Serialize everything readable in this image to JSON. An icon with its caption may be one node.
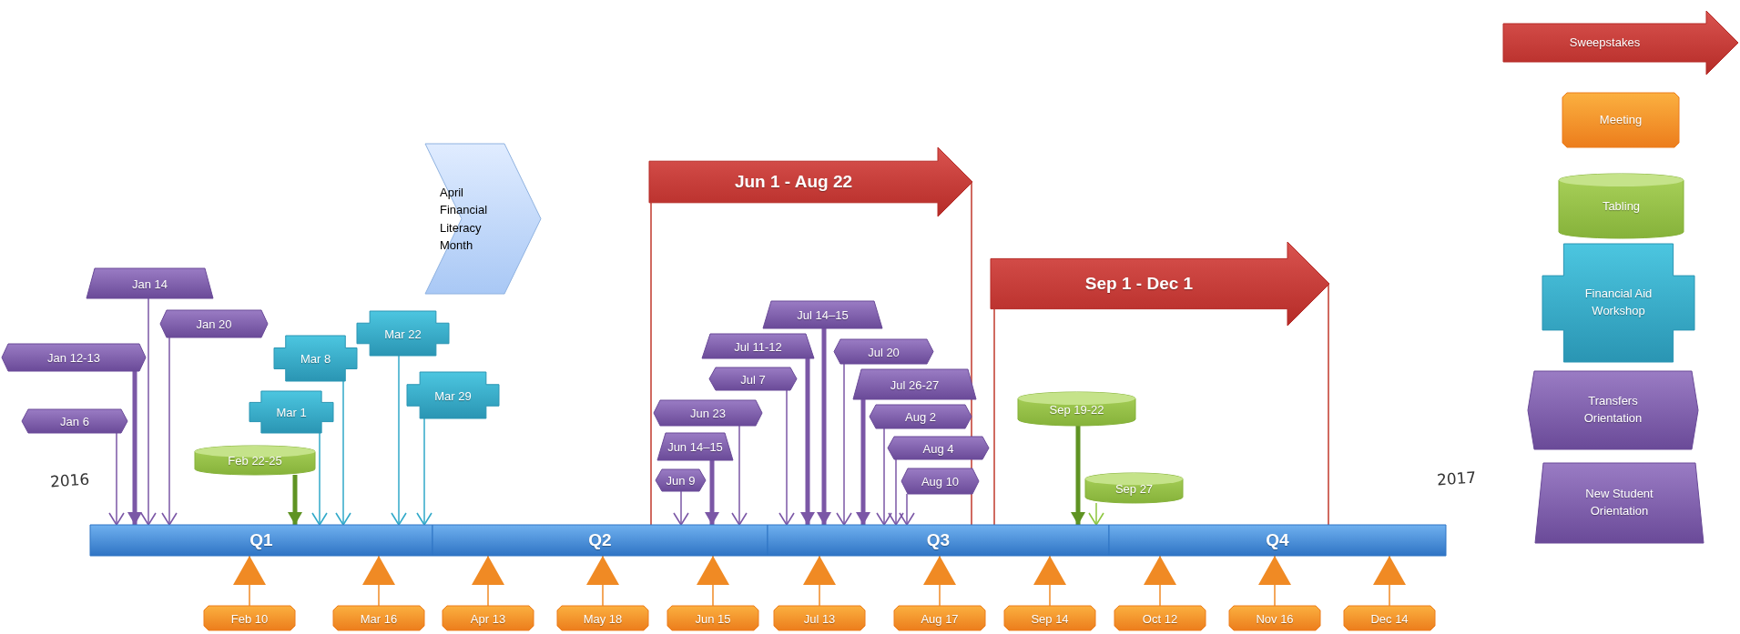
{
  "diagram": {
    "nodes": [
      {
        "text": [
          "April Financial Literacy Month"
        ]
      },
      {
        "text": [
          "Jun 1 - Aug 22"
        ]
      },
      {
        "text": [
          "Sep 1 - Dec 1"
        ]
      },
      {
        "text": [
          "Jan 14"
        ]
      },
      {
        "text": [
          "Jan 20"
        ]
      },
      {
        "text": [
          "Jan 12-13"
        ]
      },
      {
        "text": [
          "Mar 22"
        ]
      },
      {
        "text": [
          "Mar 8"
        ]
      },
      {
        "text": [
          "Mar 29"
        ]
      },
      {
        "text": [
          "Mar 1"
        ]
      },
      {
        "text": [
          "Jan 6"
        ]
      },
      {
        "text": [
          "Feb 22-25"
        ]
      },
      {
        "text": [
          "Jul 14–15"
        ]
      },
      {
        "text": [
          "Jul 11-12"
        ]
      },
      {
        "text": [
          "Jul 20"
        ]
      },
      {
        "text": [
          "Jul 7"
        ]
      },
      {
        "text": [
          "Jul 26-27"
        ]
      },
      {
        "text": [
          "Jun 23"
        ]
      },
      {
        "text": [
          "Aug 2"
        ]
      },
      {
        "text": [
          "Sep 19-22"
        ]
      },
      {
        "text": [
          "Jun 14–15"
        ]
      },
      {
        "text": [
          "Aug 4"
        ]
      },
      {
        "text": [
          "Jun 9"
        ]
      },
      {
        "text": [
          "Aug 10"
        ]
      },
      {
        "text": [
          "Sep 27"
        ]
      },
      {
        "text": [
          "Q1"
        ]
      },
      {
        "text": [
          "Q2"
        ]
      },
      {
        "text": [
          "Q3"
        ]
      },
      {
        "text": [
          "Q4"
        ]
      },
      {
        "text": [
          "Feb 10"
        ]
      },
      {
        "text": [
          "Mar 16"
        ]
      },
      {
        "text": [
          "Apr 13"
        ]
      },
      {
        "text": [
          "May 18"
        ]
      },
      {
        "text": [
          "Jun 15"
        ]
      },
      {
        "text": [
          "Jul 13"
        ]
      },
      {
        "text": [
          "Aug 17"
        ]
      },
      {
        "text": [
          "Sep 14"
        ]
      },
      {
        "text": [
          "Oct 12"
        ]
      },
      {
        "text": [
          "Nov 16"
        ]
      },
      {
        "text": [
          "Dec 14"
        ]
      }
    ],
    "edges": [
      {
        "from": 10,
        "to": 25,
        "arrow": "to"
      },
      {
        "from": 5,
        "to": 25,
        "arrow": "to",
        "style": "thick"
      },
      {
        "from": 3,
        "to": 25,
        "arrow": "to"
      },
      {
        "from": 4,
        "to": 25,
        "arrow": "to"
      },
      {
        "from": 11,
        "to": 25,
        "arrow": "to",
        "style": "thick",
        "color": "#5f9323"
      },
      {
        "from": 9,
        "to": 25,
        "arrow": "to",
        "color": "#31a9c9"
      },
      {
        "from": 7,
        "to": 25,
        "arrow": "to",
        "color": "#31a9c9"
      },
      {
        "from": 6,
        "to": 25,
        "arrow": "to",
        "color": "#31a9c9"
      },
      {
        "from": 8,
        "to": 25,
        "arrow": "to",
        "color": "#31a9c9"
      },
      {
        "from": 22,
        "to": 26,
        "arrow": "to"
      },
      {
        "from": 20,
        "to": 26,
        "arrow": "to",
        "style": "thick"
      },
      {
        "from": 17,
        "to": 26,
        "arrow": "to"
      },
      {
        "from": 15,
        "to": 27,
        "arrow": "to"
      },
      {
        "from": 13,
        "to": 27,
        "arrow": "to",
        "style": "thick"
      },
      {
        "from": 12,
        "to": 27,
        "arrow": "to",
        "style": "thick"
      },
      {
        "from": 14,
        "to": 27,
        "arrow": "to"
      },
      {
        "from": 16,
        "to": 27,
        "arrow": "to",
        "style": "thick"
      },
      {
        "from": 18,
        "to": 27,
        "arrow": "to"
      },
      {
        "from": 21,
        "to": 27,
        "arrow": "to"
      },
      {
        "from": 23,
        "to": 27,
        "arrow": "to"
      },
      {
        "from": 19,
        "to": 27,
        "arrow": "to",
        "style": "thick",
        "color": "#5f9323"
      },
      {
        "from": 24,
        "to": 27,
        "arrow": "to",
        "color": "#8dc63f"
      },
      {
        "from": 1,
        "to": 26,
        "arrow": "none",
        "color": "#c0392b"
      },
      {
        "from": 1,
        "to": 27,
        "arrow": "none",
        "color": "#c0392b"
      },
      {
        "from": 2,
        "to": 27,
        "arrow": "none",
        "color": "#c0392b"
      },
      {
        "from": 2,
        "to": 28,
        "arrow": "none",
        "color": "#c0392b"
      },
      {
        "from": 29,
        "to": 25,
        "arrow": "to",
        "color": "#f08a24"
      },
      {
        "from": 30,
        "to": 25,
        "arrow": "to",
        "color": "#f08a24"
      },
      {
        "from": 31,
        "to": 26,
        "arrow": "to",
        "color": "#f08a24"
      },
      {
        "from": 32,
        "to": 26,
        "arrow": "to",
        "color": "#f08a24"
      },
      {
        "from": 33,
        "to": 26,
        "arrow": "to",
        "color": "#f08a24"
      },
      {
        "from": 34,
        "to": 27,
        "arrow": "to",
        "color": "#f08a24"
      },
      {
        "from": 35,
        "to": 27,
        "arrow": "to",
        "color": "#f08a24"
      },
      {
        "from": 36,
        "to": 27,
        "arrow": "to",
        "color": "#f08a24"
      },
      {
        "from": 37,
        "to": 28,
        "arrow": "to",
        "color": "#f08a24"
      },
      {
        "from": 38,
        "to": 28,
        "arrow": "to",
        "color": "#f08a24"
      },
      {
        "from": 39,
        "to": 28,
        "arrow": "to",
        "color": "#f08a24"
      }
    ],
    "labels": [
      "2016",
      "2017"
    ],
    "legend": [
      {
        "text": "Sweepstakes"
      },
      {
        "text": "Meeting"
      },
      {
        "text": "Tabling"
      },
      {
        "text": "Financial Aid Workshop"
      },
      {
        "text": "Transfers Orientation"
      },
      {
        "text": "New Student Orientation"
      }
    ]
  }
}
